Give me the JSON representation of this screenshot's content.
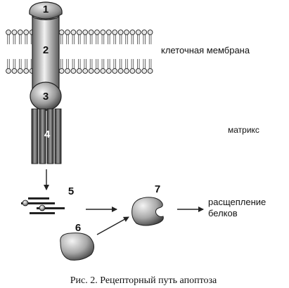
{
  "labels": {
    "membrane": "клеточная мембрана",
    "matrix": "матрикс",
    "proteolysis_line1": "расщепление",
    "proteolysis_line2": "белков"
  },
  "numbers": {
    "n1": "1",
    "n2": "2",
    "n3": "3",
    "n4": "4",
    "n5": "5",
    "n6": "6",
    "n7": "7"
  },
  "caption": "Рис. 2. Рецепторный путь апоптоза",
  "colors": {
    "ink": "#222222",
    "shade_dark": "#555555",
    "shade_light": "#e6e6e6"
  }
}
